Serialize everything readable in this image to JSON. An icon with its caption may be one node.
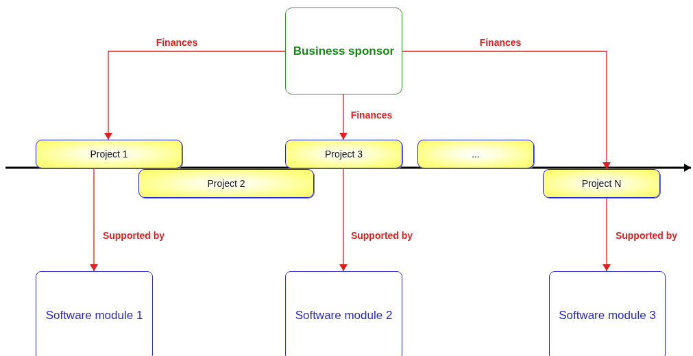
{
  "diagram": {
    "nodes": [
      {
        "text": [
          "Business sponsor"
        ]
      },
      {
        "text": [
          "Project 1"
        ]
      },
      {
        "text": [
          "Project 2"
        ]
      },
      {
        "text": [
          "Project 3"
        ]
      },
      {
        "text": [
          "..."
        ]
      },
      {
        "text": [
          "Project N"
        ]
      },
      {
        "text": [
          "Software module 1"
        ]
      },
      {
        "text": [
          "Software module 2"
        ]
      },
      {
        "text": [
          "Software module 3"
        ]
      }
    ],
    "edges": [
      {
        "from": 0,
        "to": 1,
        "arrow": "to",
        "label": "Finances"
      },
      {
        "from": 0,
        "to": 3,
        "arrow": "to",
        "label": "Finances"
      },
      {
        "from": 0,
        "to": 5,
        "arrow": "to",
        "label": "Finances"
      },
      {
        "from": 1,
        "to": 6,
        "arrow": "to",
        "label": "Supported by"
      },
      {
        "from": 3,
        "to": 7,
        "arrow": "to",
        "label": "Supported by"
      },
      {
        "from": 5,
        "to": 8,
        "arrow": "to",
        "label": "Supported by"
      }
    ]
  }
}
